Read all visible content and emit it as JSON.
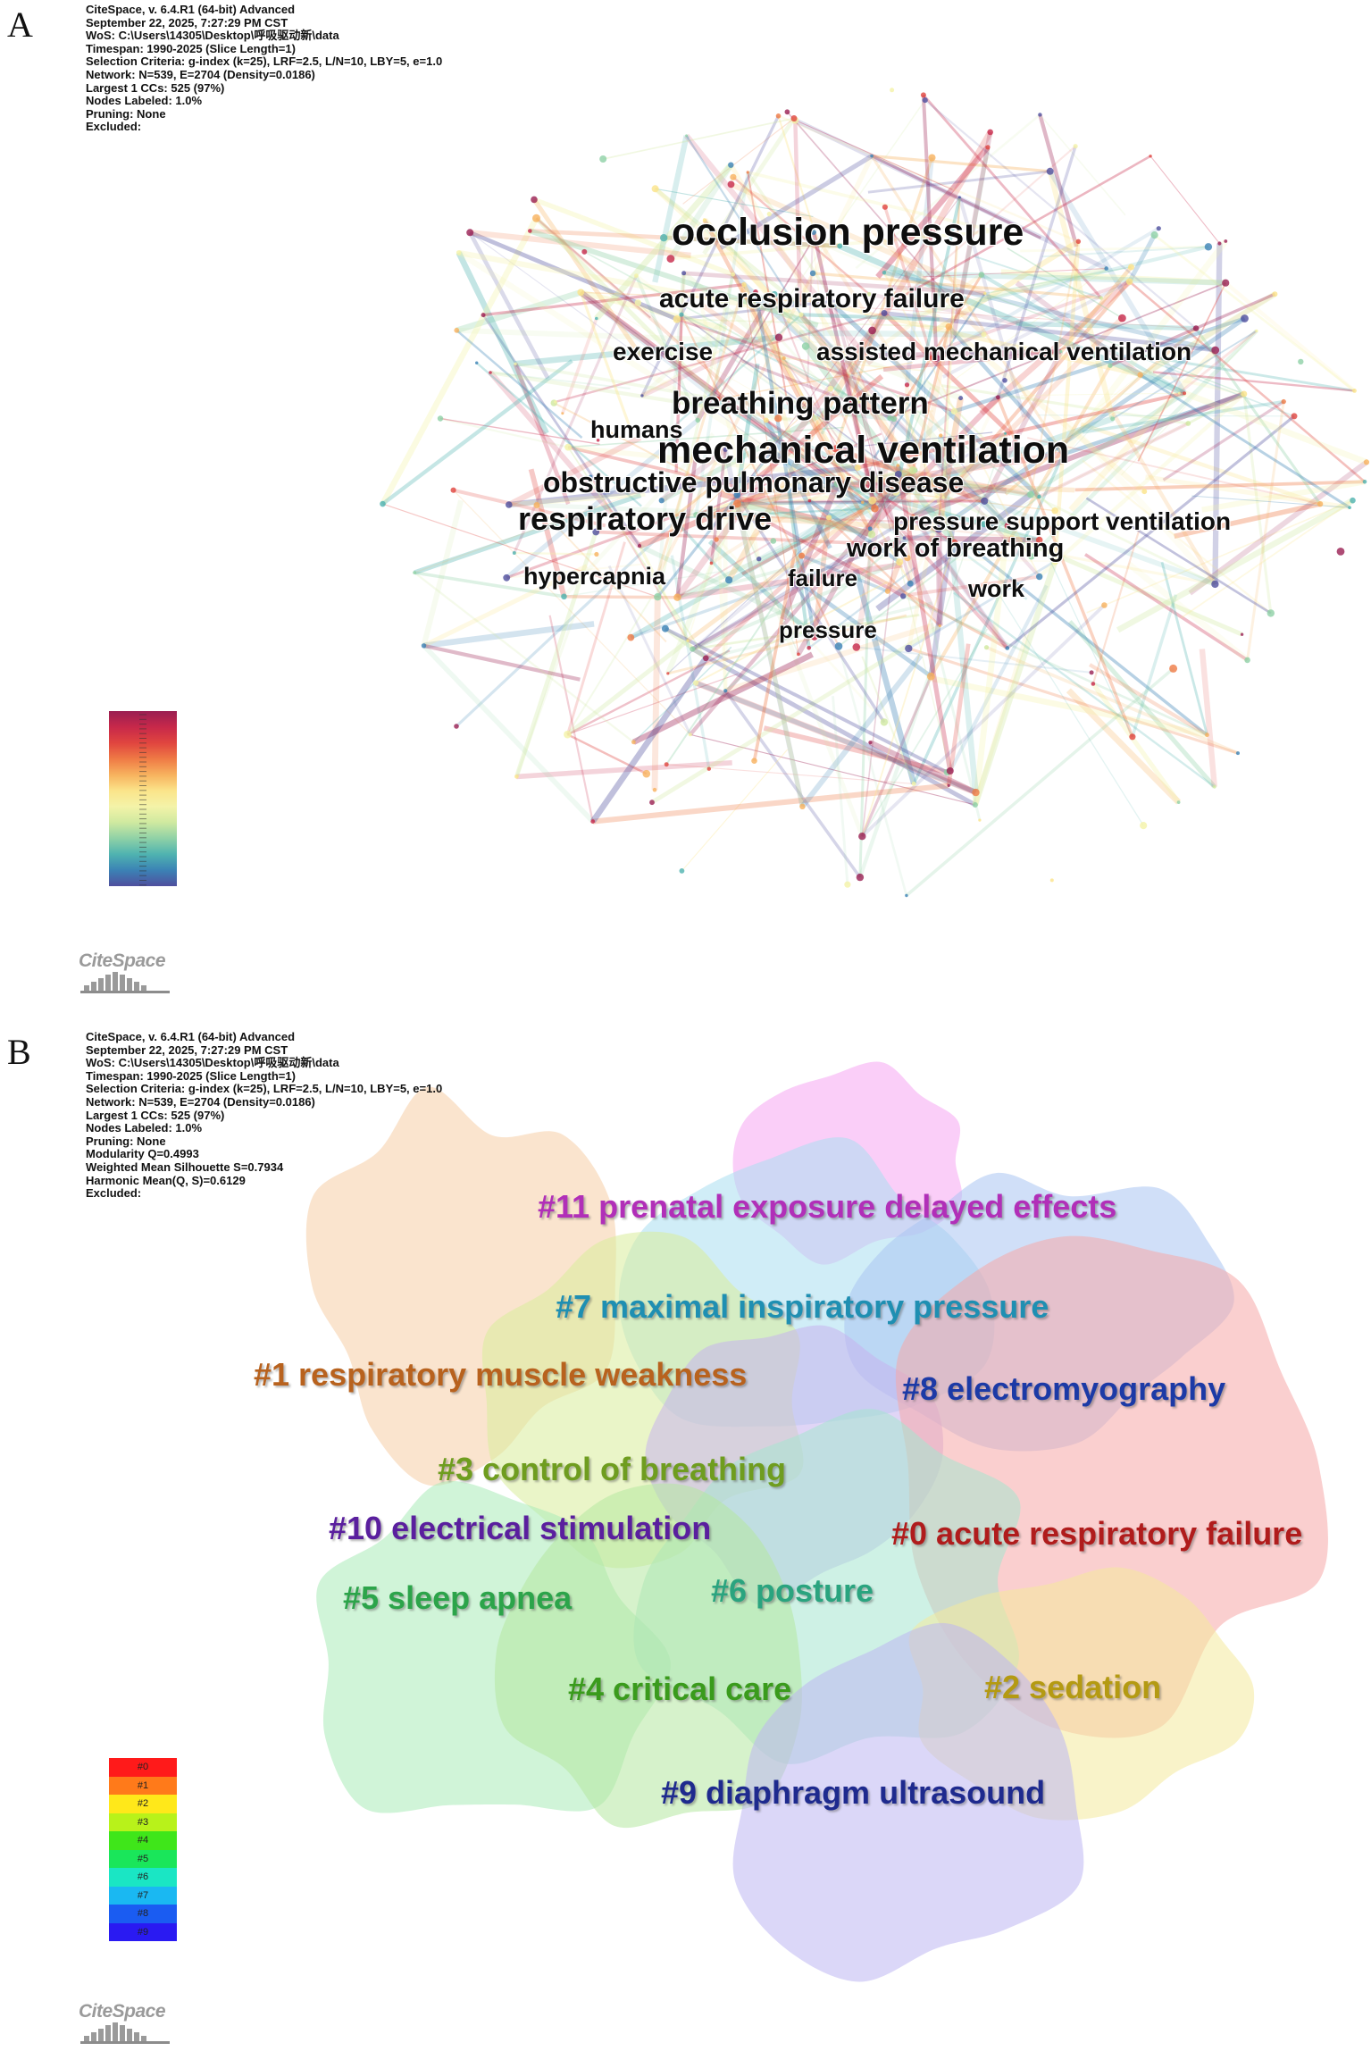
{
  "panel_a": {
    "letter": "A",
    "info_lines": [
      "CiteSpace, v. 6.4.R1 (64-bit) Advanced",
      "September 22, 2025, 7:27:29 PM CST",
      "WoS: C:\\Users\\14305\\Desktop\\呼吸驱动新\\data",
      "Timespan: 1990-2025 (Slice Length=1)",
      "Selection Criteria: g-index (k=25), LRF=2.5, L/N=10, LBY=5, e=1.0",
      "Network: N=539, E=2704 (Density=0.0186)",
      "Largest 1 CCs: 525 (97%)",
      "Nodes Labeled: 1.0%",
      "Pruning: None",
      "Excluded:"
    ],
    "keywords": [
      "occlusion pressure",
      "acute respiratory failure",
      "exercise",
      "assisted mechanical ventilation",
      "breathing pattern",
      "humans",
      "mechanical ventilation",
      "obstructive pulmonary disease",
      "respiratory drive",
      "pressure support ventilation",
      "work of breathing",
      "hypercapnia",
      "failure",
      "work",
      "pressure"
    ],
    "logo": "CiteSpace",
    "colorbar_colors": [
      "#9a1f52",
      "#c7284a",
      "#e0453f",
      "#ef7a45",
      "#f7b25e",
      "#fbe48a",
      "#f4f3a8",
      "#cfe9a0",
      "#8fd1a6",
      "#4fb3b0",
      "#3b82b5",
      "#4f4f9e"
    ]
  },
  "panel_b": {
    "letter": "B",
    "info_lines": [
      "CiteSpace, v. 6.4.R1 (64-bit) Advanced",
      "September 22, 2025, 7:27:29 PM CST",
      "WoS: C:\\Users\\14305\\Desktop\\呼吸驱动新\\data",
      "Timespan: 1990-2025 (Slice Length=1)",
      "Selection Criteria: g-index (k=25), LRF=2.5, L/N=10, LBY=5, e=1.0",
      "Network: N=539, E=2704 (Density=0.0186)",
      "Largest 1 CCs: 525 (97%)",
      "Nodes Labeled: 1.0%",
      "Pruning: None",
      "Modularity Q=0.4993",
      "Weighted Mean Silhouette S=0.7934",
      "Harmonic Mean(Q, S)=0.6129",
      "Excluded:"
    ],
    "clusters": [
      {
        "label": "#11 prenatal exposure delayed effects",
        "color": "#b12fb8",
        "fill": "#f5a6f2"
      },
      {
        "label": "#7 maximal inspiratory pressure",
        "color": "#1f8fb2",
        "fill": "#a9def0"
      },
      {
        "label": "#1 respiratory muscle weakness",
        "color": "#b8621e",
        "fill": "#f6cda6"
      },
      {
        "label": "#8 electromyography",
        "color": "#1c3aa6",
        "fill": "#a9c4f3"
      },
      {
        "label": "#3 control of breathing",
        "color": "#6f9d1f",
        "fill": "#d9ec9a"
      },
      {
        "label": "#10 electrical stimulation",
        "color": "#5a1f9e",
        "fill": "#c7b3ee"
      },
      {
        "label": "#0 acute respiratory failure",
        "color": "#b01c1c",
        "fill": "#f5a8a8"
      },
      {
        "label": "#5 sleep apnea",
        "color": "#2ca44a",
        "fill": "#a9ebb8"
      },
      {
        "label": "#6 posture",
        "color": "#2aa47f",
        "fill": "#a6e6cf"
      },
      {
        "label": "#4 critical care",
        "color": "#3a9b1c",
        "fill": "#b5e7a0"
      },
      {
        "label": "#2 sedation",
        "color": "#b49a12",
        "fill": "#f4ea9c"
      },
      {
        "label": "#9 diaphragm ultrasound",
        "color": "#1e2a8e",
        "fill": "#bdb6f3"
      }
    ],
    "legend": [
      {
        "label": "#0",
        "color": "#ff1a1a"
      },
      {
        "label": "#1",
        "color": "#ff7a1a"
      },
      {
        "label": "#2",
        "color": "#ffe81a"
      },
      {
        "label": "#3",
        "color": "#b8f21a"
      },
      {
        "label": "#4",
        "color": "#3fe61a"
      },
      {
        "label": "#5",
        "color": "#1ae65a"
      },
      {
        "label": "#6",
        "color": "#1ae6c4"
      },
      {
        "label": "#7",
        "color": "#1ab8f2"
      },
      {
        "label": "#8",
        "color": "#1a5cf2"
      },
      {
        "label": "#9",
        "color": "#2a1af2"
      }
    ],
    "logo": "CiteSpace"
  }
}
